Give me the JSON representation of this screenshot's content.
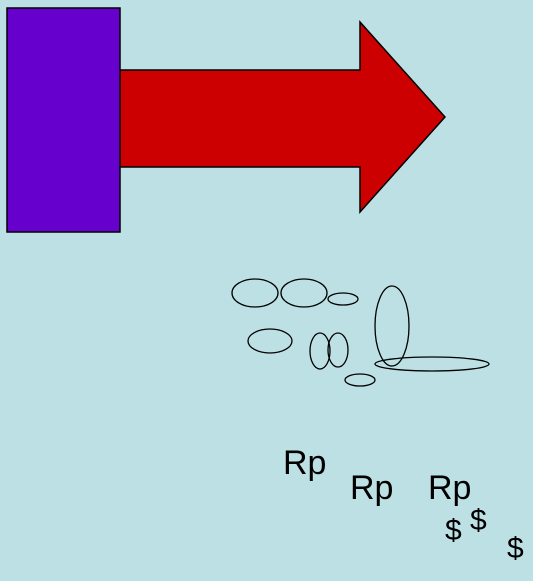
{
  "colors": {
    "background": "#bde0e4",
    "block": "#6600cc",
    "arrow": "#cc0000",
    "stroke": "#000000"
  },
  "labels": {
    "rp_1": "Rp",
    "rp_2": "Rp",
    "rp_3": "Rp",
    "dollar_1": "$",
    "dollar_2": "$",
    "dollar_3": "$"
  }
}
